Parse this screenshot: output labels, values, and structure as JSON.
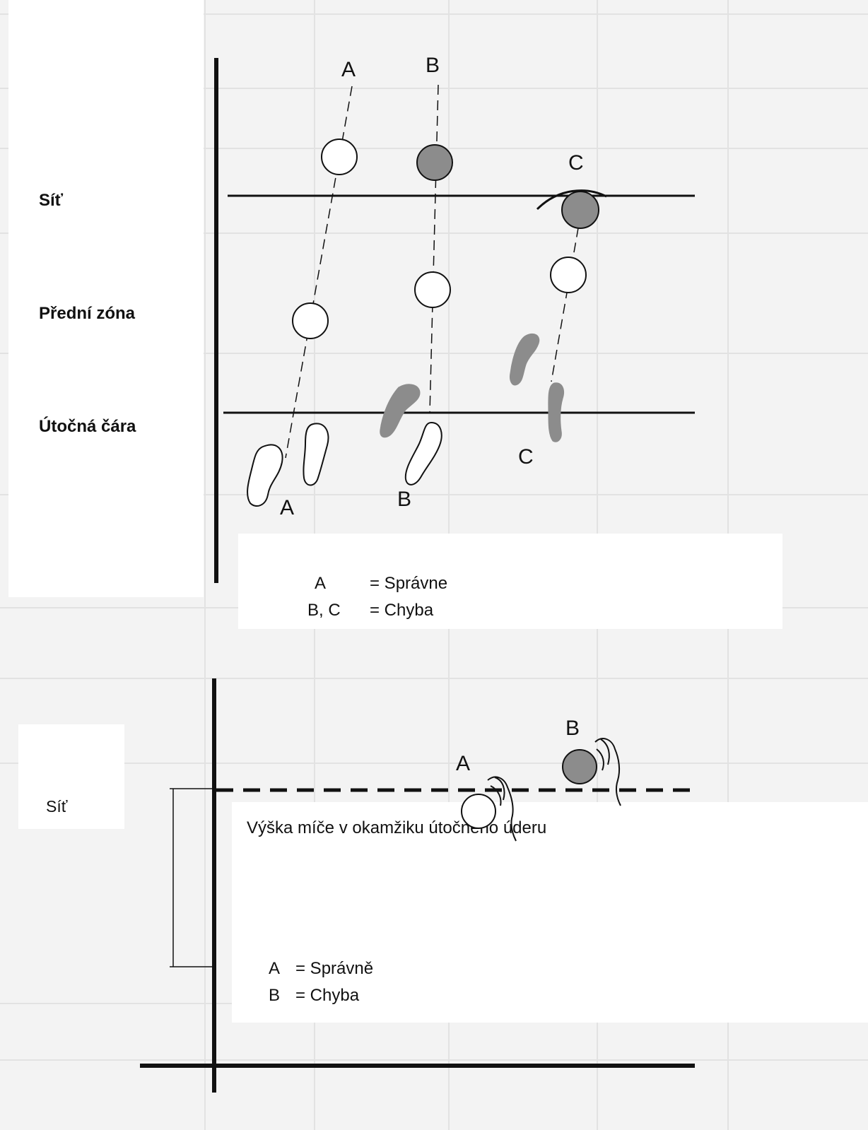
{
  "top_diagram": {
    "labels": {
      "net": "Síť",
      "front_zone": "Přední zóna",
      "attack_line": "Útočná čára"
    },
    "player_letters": [
      "A",
      "B",
      "C"
    ],
    "legend": {
      "line1_letter": "A",
      "line1_text": "= Správne",
      "line2_letter": "B, C",
      "line2_text": "= Chyba"
    }
  },
  "bottom_diagram": {
    "net_label": "Síť",
    "ball_letters": [
      "A",
      "B"
    ],
    "caption": "Výška míče v okamžiku útočného úderu",
    "legend": {
      "line1_letter": "A",
      "line1_text": "= Správně",
      "line2_letter": "B",
      "line2_text": "= Chyba"
    }
  },
  "colors": {
    "ink": "#111111",
    "shaded_fill": "#8c8c8c",
    "background": "#f3f3f3"
  }
}
